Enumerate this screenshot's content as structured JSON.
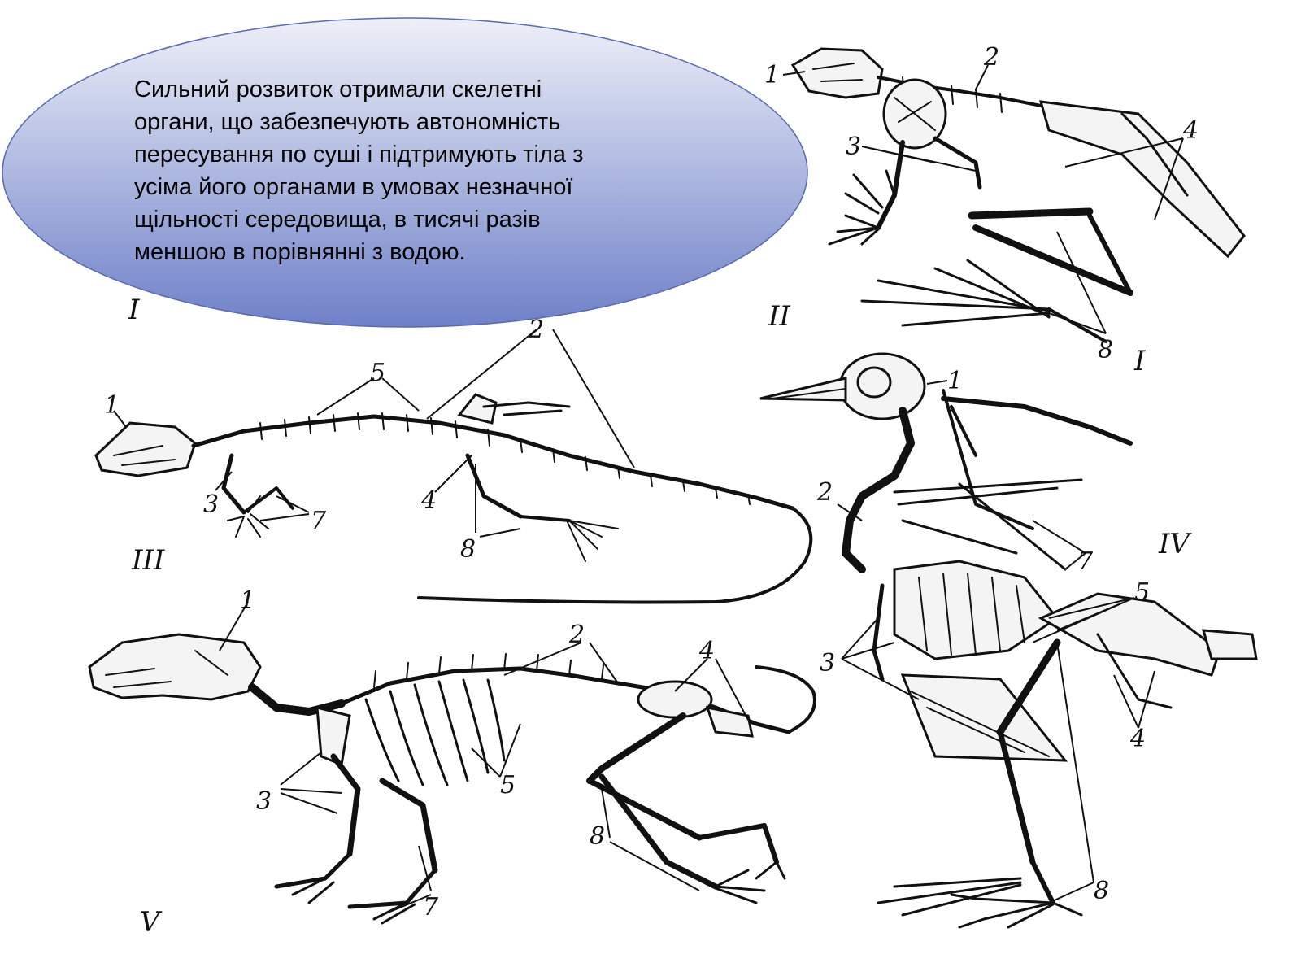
{
  "callout": {
    "lines": [
      "Сильний розвиток отримали скелетні",
      "органи, що забезпечують автономність",
      "пересування по суші і підтримують тіла з",
      "усіма його органами в умовах незначної",
      "щільності середовища, в тисячі разів",
      "меншою в порівнянні з водою."
    ],
    "fill_top": "#eef0f8",
    "fill_bottom": "#6e80c8",
    "stroke": "#5a6ab0"
  },
  "figure": {
    "panels": [
      {
        "id": "I",
        "roman": "I",
        "labels": [
          "1",
          "2",
          "3",
          "4",
          "8",
          "I"
        ]
      },
      {
        "id": "II",
        "roman": "II",
        "labels": []
      },
      {
        "id": "III",
        "roman": "III",
        "labels": [
          "1",
          "5",
          "2",
          "3",
          "7",
          "4",
          "8"
        ]
      },
      {
        "id": "IV",
        "roman": "IV",
        "labels": [
          "1",
          "2",
          "7",
          "5",
          "3",
          "4",
          "8"
        ]
      },
      {
        "id": "V",
        "roman": "V",
        "labels": [
          "1",
          "2",
          "4",
          "3",
          "5",
          "8",
          "7"
        ]
      }
    ]
  }
}
